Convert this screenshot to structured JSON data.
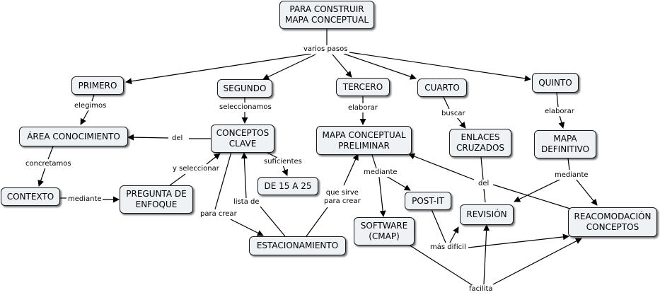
{
  "nodes": {
    "root": "PARA CONSTRUIR\nMAPA CONCEPTUAL",
    "primero": "PRIMERO",
    "segundo": "SEGUNDO",
    "tercero": "TERCERO",
    "cuarto": "CUARTO",
    "quinto": "QUINTO",
    "area": "ÁREA CONOCIMIENTO",
    "conceptos": "CONCEPTOS\nCLAVE",
    "mapa_prelim": "MAPA CONCEPTUAL\nPRELIMINAR",
    "enlaces": "ENLACES\nCRUZADOS",
    "mapa_def": "MAPA\nDEFINITIVO",
    "contexto": "CONTEXTO",
    "pregunta": "PREGUNTA DE\nENFOQUE",
    "de15": "DE 15 A 25",
    "postit": "POST-IT",
    "revision": "REVISIÓN",
    "reacomodacion": "REACOMODACIÓN\nCONCEPTOS",
    "software": "SOFTWARE\n(CMAP)",
    "estacionamiento": "ESTACIONAMIENTO"
  },
  "labels": {
    "varios_pasos": "varios pasos",
    "elegimos": "elegimos",
    "seleccionamos": "seleccionamos",
    "elaborar_1": "elaborar",
    "buscar": "buscar",
    "elaborar_2": "elaborar",
    "del_1": "del",
    "concretamos": "concretamos",
    "y_seleccionar": "y seleccionar",
    "suficientes": "suficientes",
    "mediante_1": "mediante",
    "mediante_2": "mediante",
    "mediante_3": "mediante",
    "del_2": "del",
    "para_crear": "para crear",
    "lista_de": "lista de",
    "que_sirve": "que sirve\npara crear",
    "mas_dificil": "más difícil",
    "facilita": "facilita"
  }
}
